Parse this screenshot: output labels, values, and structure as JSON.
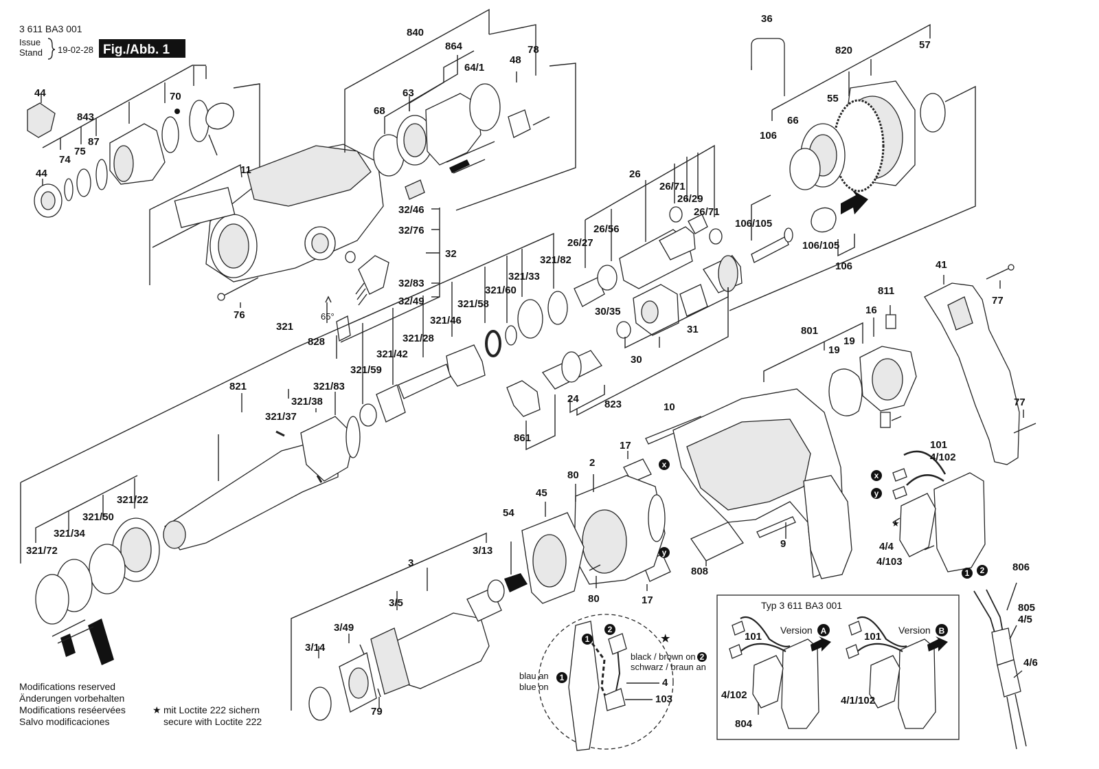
{
  "header": {
    "part_number": "3 611 BA3 001",
    "issue_label": "Issue",
    "stand_label": "Stand",
    "issue_date": "19-02-28",
    "figure_badge": "Fig./Abb. 1"
  },
  "footer": {
    "modifications": [
      "Modifications reserved",
      "Änderungen vorbehalten",
      "Modifications reséervées",
      "Salvo modificaciones"
    ],
    "loctite_line1": "mit Loctite 222 sichern",
    "loctite_line2": "secure with Loctite 222",
    "star_symbol": "★"
  },
  "labels": {
    "l44a": "44",
    "l843": "843",
    "l70": "70",
    "l74": "74",
    "l75": "75",
    "l87": "87",
    "l44b": "44",
    "l840": "840",
    "l864": "864",
    "l64_1": "64/1",
    "l48": "48",
    "l78": "78",
    "l68": "68",
    "l63": "63",
    "l11": "11",
    "l76": "76",
    "l32_46": "32/46",
    "l32_76": "32/76",
    "l32": "32",
    "l32_83": "32/83",
    "l32_49": "32/49",
    "l65": "65°",
    "l828": "828",
    "l321": "321",
    "l26": "26",
    "l26_71a": "26/71",
    "l26_29": "26/29",
    "l26_71b": "26/71",
    "l26_56": "26/56",
    "l26_27": "26/27",
    "l321_82": "321/82",
    "l321_33": "321/33",
    "l321_60": "321/60",
    "l321_58": "321/58",
    "l321_46": "321/46",
    "l321_28": "321/28",
    "l321_42": "321/42",
    "l321_59": "321/59",
    "l821": "821",
    "l321_83": "321/83",
    "l321_38": "321/38",
    "l321_37": "321/37",
    "l30_35": "30/35",
    "l30": "30",
    "l31": "31",
    "l24": "24",
    "l823": "823",
    "l861": "861",
    "l36": "36",
    "l820": "820",
    "l57": "57",
    "l55": "55",
    "l66": "66",
    "l106a": "106",
    "l106_105a": "106/105",
    "l106_105b": "106/105",
    "l106b": "106",
    "l41": "41",
    "l77a": "77",
    "l77b": "77",
    "l811": "811",
    "l16": "16",
    "l801": "801",
    "l19a": "19",
    "l19b": "19",
    "l10": "10",
    "l17a": "17",
    "l17b": "17",
    "l2": "2",
    "l80a": "80",
    "l80b": "80",
    "l45": "45",
    "l54": "54",
    "l9": "9",
    "l808": "808",
    "l101": "101",
    "l4_102": "4/102",
    "l4_4": "4/4",
    "l4_103": "4/103",
    "l321_22": "321/22",
    "l321_50": "321/50",
    "l321_34": "321/34",
    "l321_72": "321/72",
    "l3": "3",
    "l3_13": "3/13",
    "l3_5": "3/5",
    "l3_49": "3/49",
    "l3_14": "3/14",
    "l79": "79",
    "l806": "806",
    "l805": "805",
    "l4_5": "4/5",
    "l4_6": "4/6"
  },
  "markers": {
    "x": "x",
    "y": "y",
    "one": "1",
    "two": "2"
  },
  "wiring_detail": {
    "blau_an": "blau an",
    "blue_on": "blue on",
    "black_brown_on": "black / brown on",
    "schwarz_braun_an": "schwarz / braun an",
    "l4": "4",
    "l103": "103"
  },
  "inset": {
    "title": "Typ 3 611 BA3 001",
    "version_label": "Version",
    "version_a": "A",
    "version_b": "B",
    "l101a": "101",
    "l101b": "101",
    "l4_102": "4/102",
    "l4_1_102": "4/1/102",
    "l804": "804"
  }
}
